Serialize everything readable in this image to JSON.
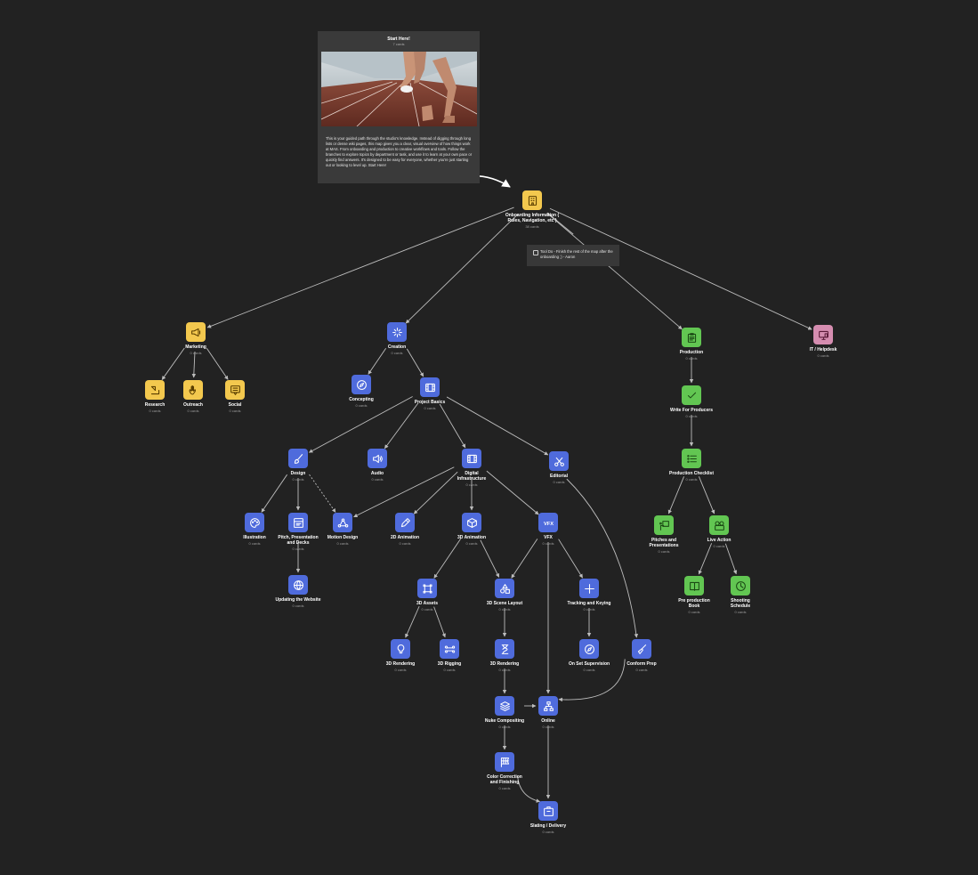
{
  "start_card": {
    "title": "Start Here!",
    "count": "7 cards",
    "description": "This is your guided path through the studio's knowledge. Instead of digging through long lists or dense wiki pages, this map gives you a clear, visual overview of how things work at MAS. From onboarding and production to creative workflows and tools. Follow the branches to explore topics by department or task, and use it to learn at your own pace or quickly find answers. It's designed to be easy for everyone, whether you're just starting out or looking to level up. Start Here!"
  },
  "todo": {
    "text": "Tool Do - Finish the rest of the map after the onboarding ;) - Aaron",
    "checked": false
  },
  "colors": {
    "background": "#222222",
    "marketing": "#f3c84e",
    "creation": "#4f6bdc",
    "production": "#62c652",
    "it": "#d58db0",
    "edge": "#bdbdbd"
  },
  "nodes": [
    {
      "id": "onboarding",
      "label": "Onboarding Information ( Rules, Navigation, etc )",
      "count": "38 cards",
      "color": "yellow",
      "icon": "building-icon"
    },
    {
      "id": "marketing",
      "label": "Marketing",
      "count": "0 cards",
      "color": "yellow",
      "icon": "megaphone-icon"
    },
    {
      "id": "research",
      "label": "Research",
      "count": "0 cards",
      "color": "yellow",
      "icon": "research-icon"
    },
    {
      "id": "outreach",
      "label": "Outreach",
      "count": "0 cards",
      "color": "yellow",
      "icon": "hand-wave-icon"
    },
    {
      "id": "social",
      "label": "Social",
      "count": "0 cards",
      "color": "yellow",
      "icon": "chat-icon"
    },
    {
      "id": "creation",
      "label": "Creation",
      "count": "0 cards",
      "color": "blue",
      "icon": "sparkle-icon"
    },
    {
      "id": "concepting",
      "label": "Concepting",
      "count": "0 cards",
      "color": "blue",
      "icon": "compass-icon"
    },
    {
      "id": "project-basics",
      "label": "Project Basics",
      "count": "0 cards",
      "color": "blue",
      "icon": "film-icon"
    },
    {
      "id": "design",
      "label": "Design",
      "count": "0 cards",
      "color": "blue",
      "icon": "brush-icon"
    },
    {
      "id": "audio",
      "label": "Audio",
      "count": "0 cards",
      "color": "blue",
      "icon": "speaker-icon"
    },
    {
      "id": "digital-infra",
      "label": "Digital Infrastructure",
      "count": "0 cards",
      "color": "blue",
      "icon": "film-icon"
    },
    {
      "id": "editorial",
      "label": "Editorial",
      "count": "0 cards",
      "color": "blue",
      "icon": "scissors-icon"
    },
    {
      "id": "illustration",
      "label": "Illustration",
      "count": "0 cards",
      "color": "blue",
      "icon": "palette-icon"
    },
    {
      "id": "pitch",
      "label": "Pitch, Presentation and Decks",
      "count": "0 cards",
      "color": "blue",
      "icon": "slides-icon"
    },
    {
      "id": "motion-design",
      "label": "Motion Design",
      "count": "0 cards",
      "color": "blue",
      "icon": "motion-icon"
    },
    {
      "id": "anim-2d",
      "label": "2D Animation",
      "count": "0 cards",
      "color": "blue",
      "icon": "pencil-icon"
    },
    {
      "id": "anim-3d",
      "label": "3D Animation",
      "count": "0 cards",
      "color": "blue",
      "icon": "cube-icon"
    },
    {
      "id": "vfx",
      "label": "VFX",
      "count": "0 cards",
      "color": "blue",
      "icon": "vfx-icon"
    },
    {
      "id": "website",
      "label": "Updating the Website",
      "count": "0 cards",
      "color": "blue",
      "icon": "globe-icon"
    },
    {
      "id": "assets-3d",
      "label": "3D Assets",
      "count": "0 cards",
      "color": "blue",
      "icon": "frame-icon"
    },
    {
      "id": "scene-layout",
      "label": "3D Scene Layout",
      "count": "0 cards",
      "color": "blue",
      "icon": "layout-icon"
    },
    {
      "id": "tracking",
      "label": "Tracking and Keying",
      "count": "0 cards",
      "color": "blue",
      "icon": "crosshair-icon"
    },
    {
      "id": "rendering-3d-a",
      "label": "3D Rendering",
      "count": "0 cards",
      "color": "blue",
      "icon": "bulb-icon"
    },
    {
      "id": "rigging-3d",
      "label": "3D Rigging",
      "count": "0 cards",
      "color": "blue",
      "icon": "bone-icon"
    },
    {
      "id": "rendering-3d-b",
      "label": "3D Rendering",
      "count": "0 cards",
      "color": "blue",
      "icon": "hourglass-icon"
    },
    {
      "id": "on-set",
      "label": "On Set Supervision",
      "count": "0 cards",
      "color": "blue",
      "icon": "eye-icon"
    },
    {
      "id": "conform",
      "label": "Conform Prep",
      "count": "0 cards",
      "color": "blue",
      "icon": "broom-icon"
    },
    {
      "id": "nuke",
      "label": "Nuke Compositing",
      "count": "0 cards",
      "color": "blue",
      "icon": "layers-icon"
    },
    {
      "id": "online",
      "label": "Online",
      "count": "0 cards",
      "color": "blue",
      "icon": "network-icon"
    },
    {
      "id": "color",
      "label": "Color Correction and Finishing",
      "count": "0 cards",
      "color": "blue",
      "icon": "flag-icon"
    },
    {
      "id": "slating",
      "label": "Slating / Delivery",
      "count": "0 cards",
      "color": "blue",
      "icon": "package-icon"
    },
    {
      "id": "production",
      "label": "Production",
      "count": "0 cards",
      "color": "green",
      "icon": "clipboard-icon"
    },
    {
      "id": "write-producers",
      "label": "Write For Producers",
      "count": "0 cards",
      "color": "green",
      "icon": "check-icon"
    },
    {
      "id": "prod-checklist",
      "label": "Production Checklist",
      "count": "0 cards",
      "color": "green",
      "icon": "list-icon"
    },
    {
      "id": "pitches",
      "label": "Pitches and Presentations",
      "count": "0 cards",
      "color": "green",
      "icon": "presentation-icon"
    },
    {
      "id": "live-action",
      "label": "Live Action",
      "count": "0 cards",
      "color": "green",
      "icon": "camera-icon"
    },
    {
      "id": "preprod-book",
      "label": "Pre production Book",
      "count": "0 cards",
      "color": "green",
      "icon": "book-icon"
    },
    {
      "id": "shooting",
      "label": "Shooting Schedule",
      "count": "0 cards",
      "color": "green",
      "icon": "clock-icon"
    },
    {
      "id": "it",
      "label": "IT / Helpdesk",
      "count": "0 cards",
      "color": "pink",
      "icon": "monitor-icon"
    }
  ],
  "edges": [
    [
      "start",
      "onboarding"
    ],
    [
      "onboarding",
      "marketing"
    ],
    [
      "onboarding",
      "creation"
    ],
    [
      "onboarding",
      "production"
    ],
    [
      "onboarding",
      "it"
    ],
    [
      "onboarding",
      "todo"
    ],
    [
      "marketing",
      "research"
    ],
    [
      "marketing",
      "outreach"
    ],
    [
      "marketing",
      "social"
    ],
    [
      "creation",
      "concepting"
    ],
    [
      "creation",
      "project-basics"
    ],
    [
      "project-basics",
      "design"
    ],
    [
      "project-basics",
      "audio"
    ],
    [
      "project-basics",
      "digital-infra"
    ],
    [
      "project-basics",
      "editorial"
    ],
    [
      "design",
      "illustration"
    ],
    [
      "design",
      "pitch"
    ],
    [
      "design",
      "motion-design"
    ],
    [
      "pitch",
      "website"
    ],
    [
      "digital-infra",
      "motion-design"
    ],
    [
      "digital-infra",
      "anim-2d"
    ],
    [
      "digital-infra",
      "anim-3d"
    ],
    [
      "digital-infra",
      "vfx"
    ],
    [
      "anim-3d",
      "assets-3d"
    ],
    [
      "anim-3d",
      "scene-layout"
    ],
    [
      "vfx",
      "scene-layout"
    ],
    [
      "vfx",
      "tracking"
    ],
    [
      "vfx",
      "online"
    ],
    [
      "assets-3d",
      "rendering-3d-a"
    ],
    [
      "assets-3d",
      "rigging-3d"
    ],
    [
      "scene-layout",
      "rendering-3d-b"
    ],
    [
      "tracking",
      "on-set"
    ],
    [
      "editorial",
      "conform"
    ],
    [
      "conform",
      "online"
    ],
    [
      "rendering-3d-b",
      "nuke"
    ],
    [
      "nuke",
      "online"
    ],
    [
      "nuke",
      "color"
    ],
    [
      "online",
      "slating"
    ],
    [
      "color",
      "slating"
    ],
    [
      "production",
      "write-producers"
    ],
    [
      "write-producers",
      "prod-checklist"
    ],
    [
      "prod-checklist",
      "pitches"
    ],
    [
      "prod-checklist",
      "live-action"
    ],
    [
      "live-action",
      "preprod-book"
    ],
    [
      "live-action",
      "shooting"
    ]
  ]
}
